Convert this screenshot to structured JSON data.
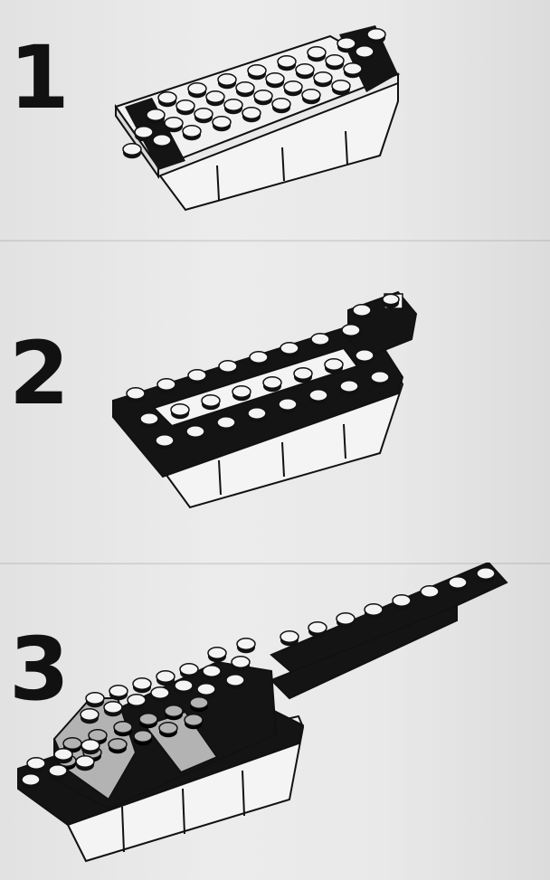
{
  "steps": [
    {
      "number": "1"
    },
    {
      "number": "2"
    },
    {
      "number": "3"
    }
  ],
  "colors": {
    "paper": "#e8e8e8",
    "brick_black": "#141414",
    "brick_white": "#f4f4f4",
    "brick_gray": "#b3b3b3",
    "ink": "#101010"
  },
  "icons": [
    "lego-hull-model",
    "lego-cabin-model",
    "lego-crane-model"
  ]
}
